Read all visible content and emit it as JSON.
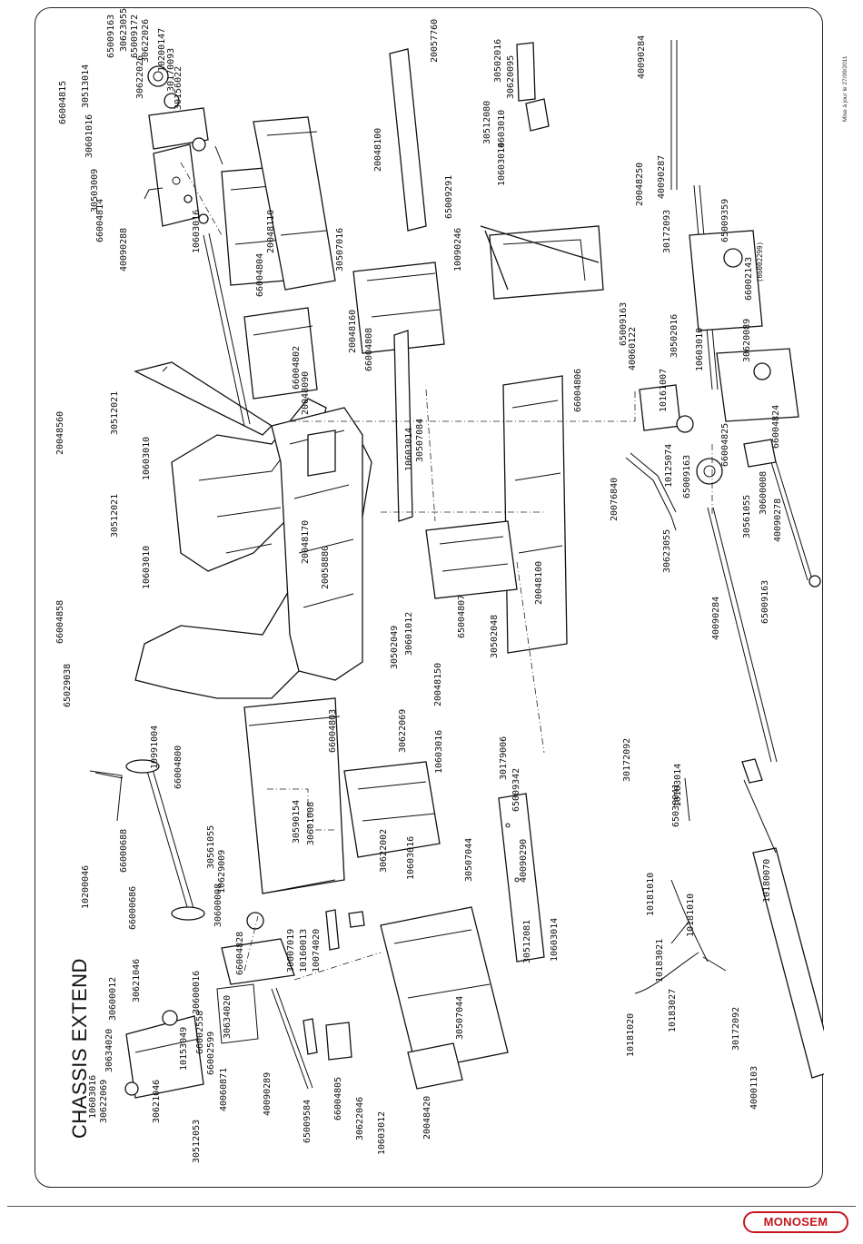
{
  "title": "CHASSIS EXTEND",
  "revision_note": "Mise à jour le 27/09/2011",
  "brand": "MONOSEM",
  "colors": {
    "brand_red": "#c4161c",
    "line": "#111111"
  },
  "part_labels": [
    "65009163",
    "30623055",
    "65009172",
    "30622026",
    "10200147",
    "30170093",
    "30156022",
    "30513014",
    "30622026",
    "66004815",
    "30601016",
    "30503009",
    "66004814",
    "40090288",
    "10603016",
    "66004804",
    "20048110",
    "30507016",
    "20048100",
    "20057760",
    "30502016",
    "30620095",
    "30512080",
    "10603014",
    "10603010",
    "65009291",
    "10090246",
    "66004802",
    "20048160",
    "66004808",
    "20048090",
    "30507084",
    "10603014",
    "20048170",
    "20058880",
    "20048560",
    "30512021",
    "10603010",
    "30512021",
    "10603010",
    "66004858",
    "65029038",
    "10991004",
    "66004800",
    "66004803",
    "30622069",
    "10603016",
    "30179006",
    "65009342",
    "40090290",
    "30507044",
    "10603016",
    "30622002",
    "30590154",
    "30601008",
    "30561055",
    "30600008",
    "10629009",
    "66004828",
    "30007019",
    "10160013",
    "10074020",
    "65004807",
    "30502049",
    "30601012",
    "20048150",
    "30502048",
    "20048100",
    "30507044",
    "30512081",
    "10603014",
    "66004805",
    "30622046",
    "10603012",
    "20048420",
    "65009584",
    "40090289",
    "30634020",
    "66002558",
    "66002599",
    "40060871",
    "10153049",
    "30600016",
    "30621046",
    "30600012",
    "30634020",
    "10603016",
    "30622069",
    "30621046",
    "30512053",
    "10200046",
    "66000686",
    "66000688",
    "40090284",
    "20048250",
    "40090287",
    "30172093",
    "65009359",
    "66002143",
    "(66002299)",
    "30620089",
    "30502016",
    "10603010",
    "65009163",
    "40060122",
    "66004806",
    "10161007",
    "66004824",
    "66004825",
    "65009163",
    "10125074",
    "20076840",
    "30623055",
    "40090284",
    "30561055",
    "30600008",
    "40090278",
    "65009163",
    "30172092",
    "10183014",
    "65038041",
    "10181010",
    "10181010",
    "10183021",
    "10181020",
    "10183027",
    "10180070",
    "30172092",
    "40001103"
  ]
}
